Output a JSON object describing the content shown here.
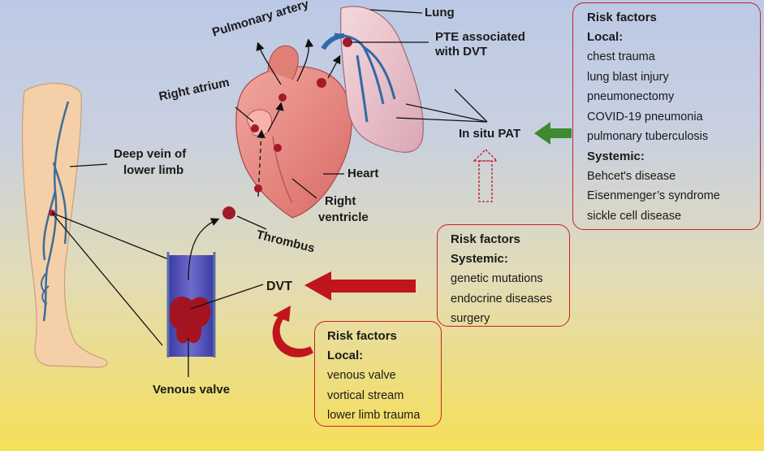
{
  "labels": {
    "lung": "Lung",
    "pulmonary_artery": "Pulmonary artery",
    "pte_line1": "PTE associated",
    "pte_line2": "with DVT",
    "right_atrium": "Right atrium",
    "deep_vein_line1": "Deep vein of",
    "deep_vein_line2": "lower limb",
    "in_situ_pat": "In situ PAT",
    "heart": "Heart",
    "right_ventricle_line1": "Right",
    "right_ventricle_line2": "ventricle",
    "thrombus": "Thrombus",
    "dvt": "DVT",
    "venous_valve": "Venous valve"
  },
  "boxes": {
    "pat_risk": {
      "title": "Risk factors",
      "local_title": "Local:",
      "local_items": [
        "chest trauma",
        "lung blast injury",
        "pneumonectomy",
        "COVID-19 pneumonia",
        "pulmonary tuberculosis"
      ],
      "systemic_title": "Systemic:",
      "systemic_items": [
        "Behcet's disease",
        "Eisenmenger’s syndrome",
        "sickle cell disease"
      ]
    },
    "dvt_systemic": {
      "title": "Risk factors",
      "systemic_title": "Systemic:",
      "items": [
        "genetic mutations",
        "endocrine diseases",
        "surgery"
      ]
    },
    "dvt_local": {
      "title": "Risk factors",
      "local_title": "Local:",
      "items": [
        "venous valve",
        "vortical stream",
        "lower limb trauma"
      ]
    }
  },
  "colors": {
    "arrow_red": "#c0151d",
    "arrow_green": "#3e8a2e",
    "box_border": "#c8202a",
    "clot": "#a21a2a",
    "vein_blue": "#3a6f9a"
  }
}
